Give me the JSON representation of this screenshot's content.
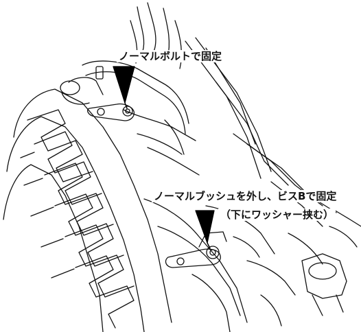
{
  "annotations": {
    "top": "ノーマルボルトで固定",
    "middle_line1": "ノーマルブッシュを外し、ビスBで固定",
    "middle_line2": "（下にワッシャー挟む）"
  },
  "colors": {
    "line": "#111111",
    "background": "#ffffff",
    "pointer": "#000000"
  },
  "icons": [
    "pointer-arrow-icon",
    "bolt-icon",
    "bracket-icon"
  ]
}
